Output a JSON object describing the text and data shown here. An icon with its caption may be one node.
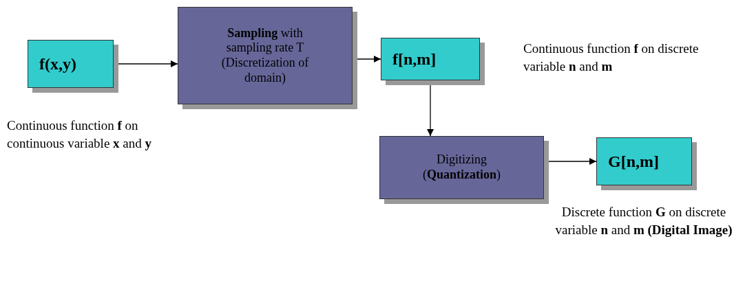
{
  "diagram": {
    "nodes": [
      {
        "text": [
          "f(x,y)"
        ]
      },
      {
        "text": [
          "**Sampling** with sampling rate T (Discretization of domain)"
        ]
      },
      {
        "text": [
          "f[n,m]"
        ],
        "beside": [
          "Continuous function **f** on discrete variable **n** and **m**"
        ]
      },
      {
        "text": [
          "Digitizing (**Quantization**)"
        ]
      },
      {
        "text": [
          "G[n,m]"
        ],
        "beside": [
          "Discrete function **G** on discrete variable **n** and **m** **(Digital Image)**"
        ]
      }
    ],
    "edges": [
      {
        "from": 0,
        "to": 1,
        "arrow": "to"
      },
      {
        "from": 1,
        "to": 2,
        "arrow": "to"
      },
      {
        "from": 2,
        "to": 3,
        "arrow": "to"
      },
      {
        "from": 3,
        "to": 4,
        "arrow": "to"
      }
    ],
    "labels": [
      "Continuous function **f** on continuous variable **x** and **y**"
    ]
  }
}
